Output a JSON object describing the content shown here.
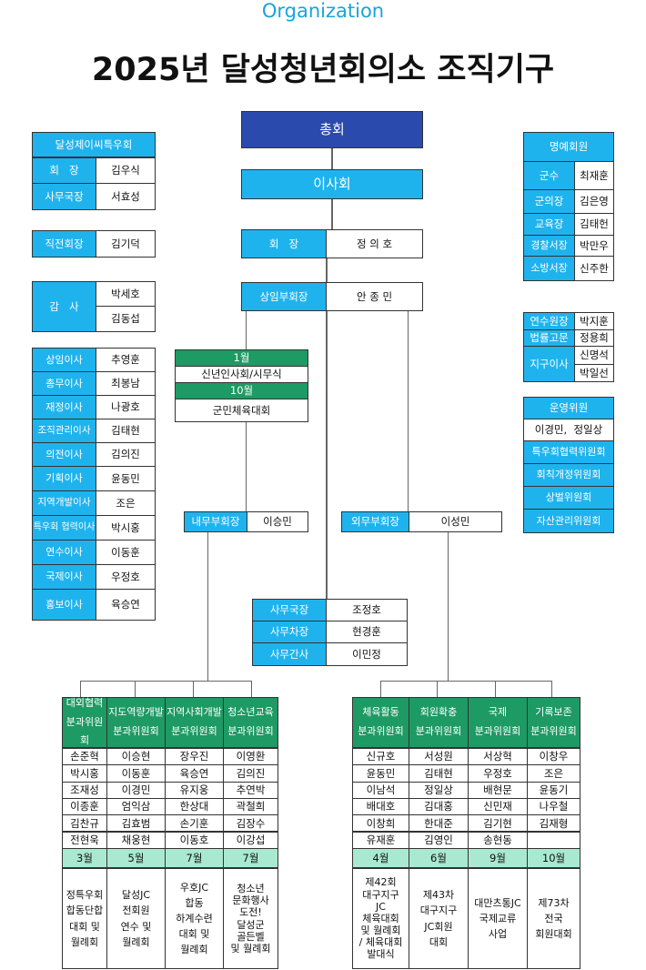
{
  "header": {
    "supertitle": "Organization",
    "title": "2025년 달성청년회의소 조직기구"
  },
  "center": {
    "general_assembly": "총회",
    "board": "이사회",
    "president": {
      "label": "회   장",
      "value": "정 의 호"
    },
    "vice_president": {
      "label": "상임부회장",
      "value": "안 종 민"
    },
    "events": [
      {
        "month": "1월",
        "event": "신년인사회/시무식"
      },
      {
        "month": "10월",
        "event": "군민체육대회"
      }
    ],
    "internal_vp": {
      "label": "내무부회장",
      "value": "이승민"
    },
    "external_vp": {
      "label": "외무부회장",
      "value": "이성민"
    },
    "secretariat": [
      {
        "label": "사무국장",
        "value": "조정호"
      },
      {
        "label": "사무차장",
        "value": "현경훈"
      },
      {
        "label": "사무간사",
        "value": "이민정"
      }
    ]
  },
  "left": {
    "special_committee": {
      "title": "달성제이씨특우회",
      "rows": [
        {
          "label": "회   장",
          "value": "김우식"
        },
        {
          "label": "사무국장",
          "value": "서효성"
        }
      ]
    },
    "past_president": {
      "label": "직전회장",
      "value": "김기덕"
    },
    "auditors": {
      "label": "감   사",
      "values": [
        "박세호",
        "김동섭"
      ]
    },
    "directors": [
      {
        "label": "상임이사",
        "value": "추영훈"
      },
      {
        "label": "총무이사",
        "value": "최봉남"
      },
      {
        "label": "재정이사",
        "value": "나광호"
      },
      {
        "label": "조직관리이사",
        "value": "김태현"
      },
      {
        "label": "의전이사",
        "value": "김의진"
      },
      {
        "label": "기획이사",
        "value": "윤동민"
      },
      {
        "label": "지역개발이사",
        "value": "조은"
      },
      {
        "label": "특우회 협력이사",
        "value": "박시홍"
      },
      {
        "label": "연수이사",
        "value": "이동훈"
      },
      {
        "label": "국제이사",
        "value": "우정호"
      },
      {
        "label": "홍보이사",
        "value": "육승연"
      }
    ]
  },
  "right": {
    "honorary": {
      "title": "명예회원",
      "rows": [
        {
          "label": "군수",
          "value": "최재훈"
        },
        {
          "label": "군의장",
          "value": "김은영"
        },
        {
          "label": "교육장",
          "value": "김태헌"
        },
        {
          "label": "경찰서장",
          "value": "박만우"
        },
        {
          "label": "소방서장",
          "value": "신주한"
        }
      ]
    },
    "training_head": {
      "label": "연수원장",
      "value": "박지훈"
    },
    "legal_advisor": {
      "label": "법률고문",
      "value": "정용희"
    },
    "district_directors": {
      "label": "지구이사",
      "values": [
        "신명석",
        "박일선"
      ]
    },
    "steering": {
      "title": "운영위원",
      "members": "이경민,  정일상",
      "committees": [
        "특우회협력위원회",
        "회칙개정위원회",
        "상벌위원회",
        "자산관리위원회"
      ]
    }
  },
  "committees": {
    "left_group": [
      {
        "name": [
          "대외협력",
          "분과위원회"
        ],
        "members": [
          "손준혁",
          "박시홍",
          "조재성",
          "이종훈",
          "김찬규",
          "전현욱"
        ],
        "month": "3월",
        "event": [
          "정특우회",
          "합동단합",
          "대회 및",
          "월례회"
        ]
      },
      {
        "name": [
          "지도역량개발",
          "분과위원회"
        ],
        "members": [
          "이승현",
          "이동훈",
          "이경민",
          "엄익삼",
          "김효범",
          "채웅현"
        ],
        "month": "5월",
        "event": [
          "달성JC",
          "전회원",
          "연수 및",
          "월례회"
        ]
      },
      {
        "name": [
          "지역사회개발",
          "분과위원회"
        ],
        "members": [
          "장우진",
          "육승연",
          "유지웅",
          "한상대",
          "손기훈",
          "이동호"
        ],
        "month": "7월",
        "event": [
          "우호JC",
          "합동",
          "하계수련",
          "대회 및",
          "월례회"
        ]
      },
      {
        "name": [
          "청소년교육",
          "분과위원회"
        ],
        "members": [
          "이영환",
          "김의진",
          "추연박",
          "곽철희",
          "김장수",
          "이강섭"
        ],
        "month": "7월",
        "event": [
          "청소년",
          "문화행사",
          "도전!",
          "달성군",
          "골든벨",
          "및 월례회"
        ]
      }
    ],
    "right_group": [
      {
        "name": [
          "체육활동",
          "분과위원회"
        ],
        "members": [
          "신규호",
          "윤동민",
          "이남석",
          "배대호",
          "이창희",
          "유재훈"
        ],
        "month": "4월",
        "event": [
          "제42회",
          "대구지구",
          "JC",
          "체육대회",
          "및 월례회",
          "/ 체육대회",
          "발대식"
        ]
      },
      {
        "name": [
          "회원확충",
          "분과위원회"
        ],
        "members": [
          "서성원",
          "김태현",
          "정일상",
          "김대홍",
          "한대준",
          "김영인"
        ],
        "month": "6월",
        "event": [
          "제43차",
          "대구지구",
          "JC회원",
          "대회"
        ]
      },
      {
        "name": [
          "국제",
          "분과위원회"
        ],
        "members": [
          "서상혁",
          "우정호",
          "배현문",
          "신민재",
          "김기현",
          "송현동"
        ],
        "month": "9월",
        "event": [
          "대만츠통JC",
          "국제교류",
          "사업"
        ]
      },
      {
        "name": [
          "기록보존",
          "분과위원회"
        ],
        "members": [
          "이창우",
          "조은",
          "윤동기",
          "나우철",
          "김재형",
          ""
        ],
        "month": "10월",
        "event": [
          "제73차",
          "전국",
          "회원대회"
        ]
      }
    ]
  }
}
